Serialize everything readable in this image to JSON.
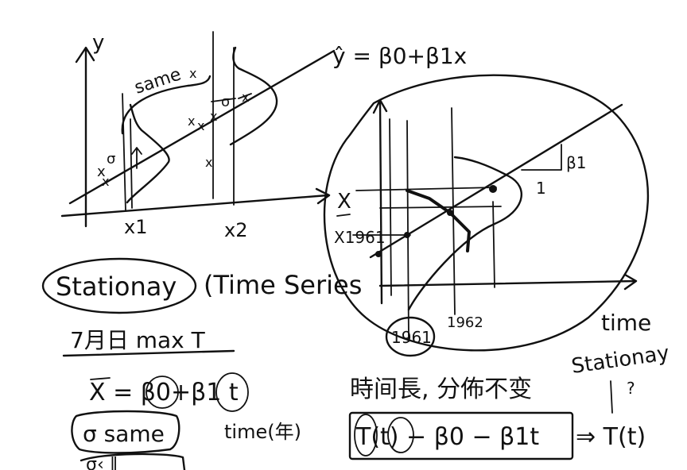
{
  "left_plot": {
    "y_axis_label": "y",
    "regression_equation": "ŷ = β0+β1x",
    "same_label": "same",
    "sigma_label": "σ",
    "sigma_label_2": "σ",
    "x1_label": "x1",
    "x2_label": "x2"
  },
  "right_plot": {
    "x_axis_label": "time",
    "xbar_label": "X",
    "x1961_label": "X1961",
    "beta1_label": "β1",
    "one_label": "1",
    "t1962_label": "1962",
    "t1961_label": "1961"
  },
  "notes": {
    "stationary": "Stationay",
    "time_series": "(Time Series",
    "july_max": "7月日 max T",
    "xbar_equation": "X = β0+β1 t",
    "sigma_same": "σ same",
    "time_note": "time(年)",
    "chinese_note": "時间長, 分佈不变",
    "stationary_2": "Stationay",
    "question_mark": "?",
    "transform_equation": "T(t) − β0 − β1t",
    "arrow_result": "⇒ T(t)",
    "partial_line": "σ‹ ‖"
  }
}
